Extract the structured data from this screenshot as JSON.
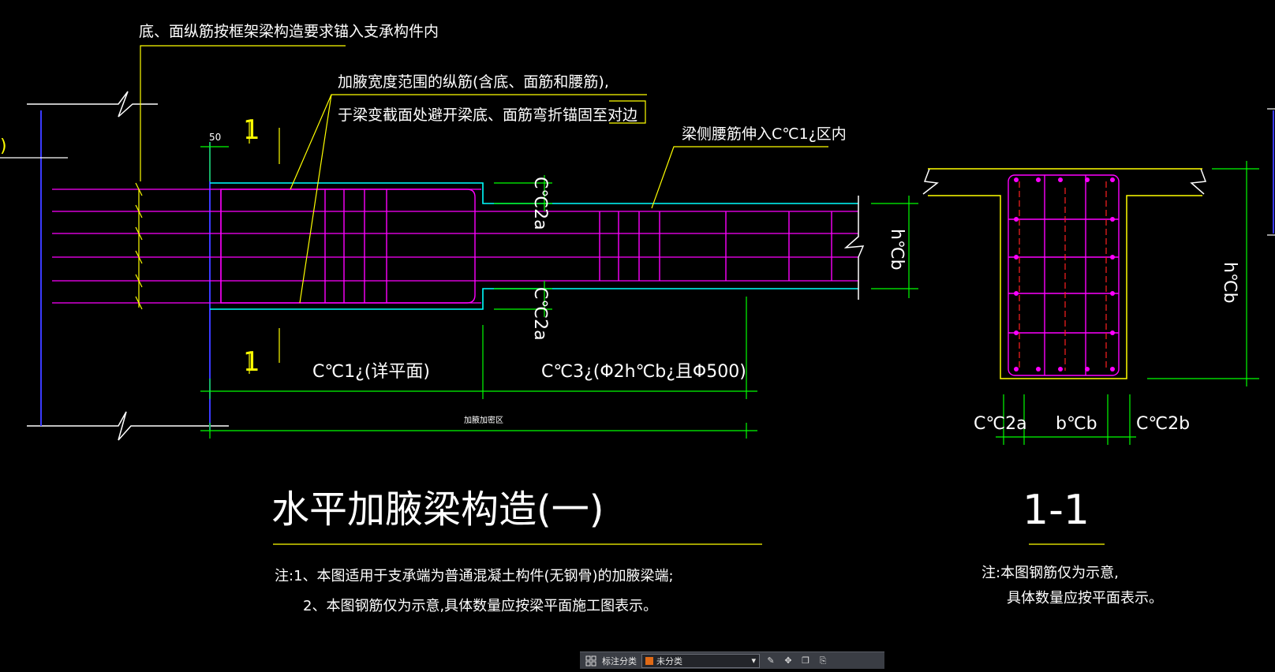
{
  "drawing": {
    "annotation_top": "底、面纵筋按框架梁构造要求锚入支承构件内",
    "annotation_haunch_line1": "加腋宽度范围的纵筋(含底、面筋和腰筋),",
    "annotation_haunch_line2": "于梁变截面处避开梁底、面筋弯折锚固至对边",
    "annotation_side": "梁侧腰筋伸入C℃1¿区内",
    "dim_50": "50",
    "section_mark_top": "1",
    "section_mark_bottom": "1",
    "dim_c2a_top": "C℃2a",
    "dim_c2a_bottom": "C℃2a",
    "dim_hb_right": "h℃b",
    "dim_c1": "C℃1¿(详平面)",
    "dim_c3": "C℃3¿(Φ2h℃b¿且Φ500)",
    "dim_small_under": "加腋加密区",
    "main_title": "水平加腋梁构造(一)",
    "note_line1": "注:1、本图适用于支承端为普通混凝土构件(无钢骨)的加腋梁端;",
    "note_line2": "2、本图钢筋仅为示意,具体数量应按梁平面施工图表示。",
    "section_title": "1-1",
    "section_dim_hb": "h℃b",
    "section_dim_c2a": "C℃2a",
    "section_dim_b": "b℃b",
    "section_dim_c2b": "C℃2b",
    "section_note_line1": "注:本图钢筋仅为示意,",
    "section_note_line2": "具体数量应按平面表示。",
    "left_edge_mark": ")"
  },
  "toolbar": {
    "label": "标注分类",
    "dropdown_value": "未分类",
    "icons": [
      "category-icon",
      "edit-icon",
      "move-icon",
      "copy-icon",
      "paste-icon"
    ]
  },
  "colors": {
    "background": "#000000",
    "white": "#ffffff",
    "yellow": "#ffff00",
    "cyan": "#00ffff",
    "magenta": "#ff00ff",
    "green": "#00ff00",
    "blue": "#0000ff",
    "red": "#ff0000",
    "toolbar_bg": "#3a3d44",
    "swatch": "#e06a16"
  }
}
